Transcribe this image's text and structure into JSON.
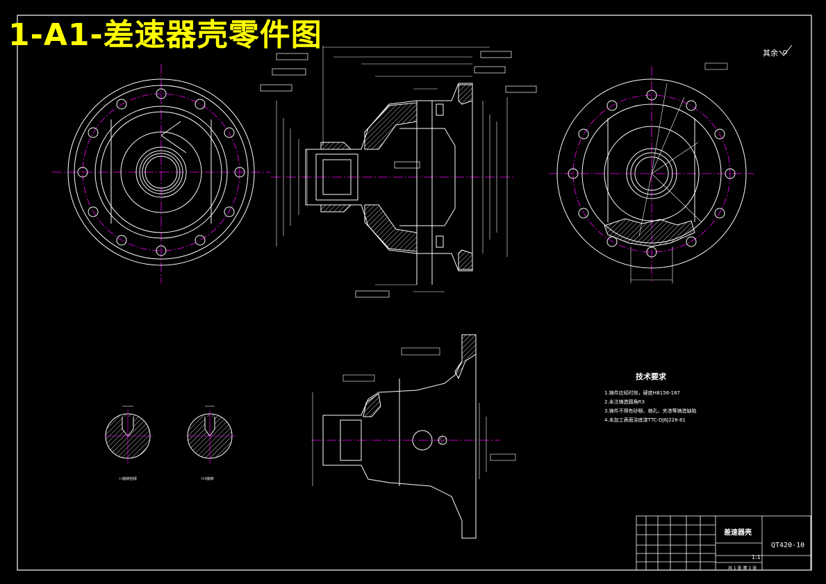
{
  "title": "1-A1-差速器壳零件图",
  "roughness_note": "其余",
  "technical_requirements": {
    "heading": "技术要求",
    "items": [
      "1.铸件应经时效，硬度HB156-187",
      "2.未注铸造圆角R3",
      "3.铸件不得有砂眼、缩孔、夹渣等铸造缺陷",
      "4.未加工表面涂底漆TTC-DJ6J228-81"
    ]
  },
  "title_block": {
    "part_name": "差速器壳",
    "material": "QT420-10",
    "scale": "1:1",
    "sheet": "共 1 张 第 1 张"
  },
  "section_labels": {
    "left": "I-I旋转剖视",
    "right": "II-II旋转"
  },
  "colors": {
    "background": "#000000",
    "line": "#ffffff",
    "centerline": "#ff00ff",
    "title": "#ffff00"
  }
}
